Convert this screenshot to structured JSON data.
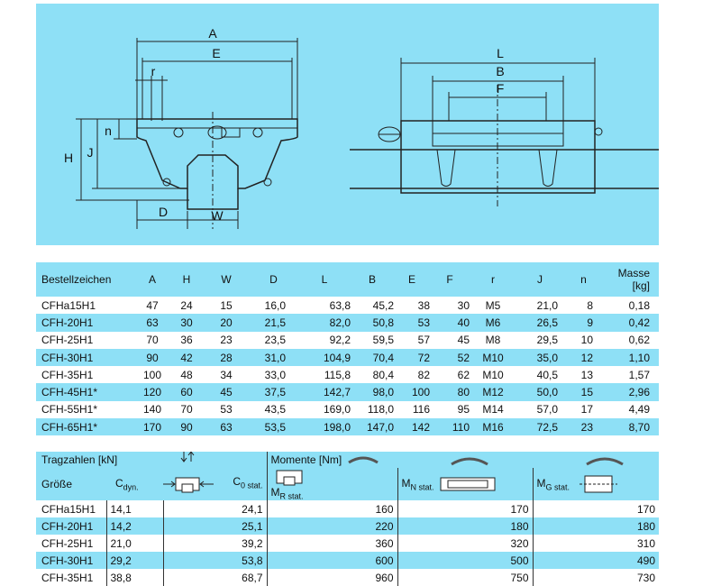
{
  "drawing": {
    "labels": {
      "A": "A",
      "E": "E",
      "r": "r",
      "n": "n",
      "H": "H",
      "J": "J",
      "D": "D",
      "W": "W",
      "L": "L",
      "B": "B",
      "F": "F"
    }
  },
  "main_table": {
    "headers": {
      "name": "Bestellzeichen",
      "A": "A",
      "H": "H",
      "W": "W",
      "D": "D",
      "L": "L",
      "B": "B",
      "E": "E",
      "F": "F",
      "r": "r",
      "J": "J",
      "n": "n",
      "masse1": "Masse",
      "masse2": "[kg]"
    },
    "rows": [
      [
        "CFHa15H1",
        "47",
        "24",
        "15",
        "16,0",
        "63,8",
        "45,2",
        "38",
        "30",
        "M5",
        "21,0",
        "8",
        "0,18"
      ],
      [
        "CFH-20H1",
        "63",
        "30",
        "20",
        "21,5",
        "82,0",
        "50,8",
        "53",
        "40",
        "M6",
        "26,5",
        "9",
        "0,42"
      ],
      [
        "CFH-25H1",
        "70",
        "36",
        "23",
        "23,5",
        "92,2",
        "59,5",
        "57",
        "45",
        "M8",
        "29,5",
        "10",
        "0,62"
      ],
      [
        "CFH-30H1",
        "90",
        "42",
        "28",
        "31,0",
        "104,9",
        "70,4",
        "72",
        "52",
        "M10",
        "35,0",
        "12",
        "1,10"
      ],
      [
        "CFH-35H1",
        "100",
        "48",
        "34",
        "33,0",
        "115,8",
        "80,4",
        "82",
        "62",
        "M10",
        "40,5",
        "13",
        "1,57"
      ],
      [
        "CFH-45H1*",
        "120",
        "60",
        "45",
        "37,5",
        "142,7",
        "98,0",
        "100",
        "80",
        "M12",
        "50,0",
        "15",
        "2,96"
      ],
      [
        "CFH-55H1*",
        "140",
        "70",
        "53",
        "43,5",
        "169,0",
        "118,0",
        "116",
        "95",
        "M14",
        "57,0",
        "17",
        "4,49"
      ],
      [
        "CFH-65H1*",
        "170",
        "90",
        "63",
        "53,5",
        "198,0",
        "147,0",
        "142",
        "110",
        "M16",
        "72,5",
        "23",
        "8,70"
      ]
    ]
  },
  "load_table": {
    "tragzahlen": "Tragzahlen [kN]",
    "momente": "Momente [Nm]",
    "groesse": "Größe",
    "c_dyn": "C",
    "c_dyn_sub": "dyn.",
    "c0_stat": "C",
    "c0_stat_sub": "0 stat.",
    "mr": "M",
    "mr_sub": "R stat.",
    "mn": "M",
    "mn_sub": "N stat.",
    "mg": "M",
    "mg_sub": "G stat.",
    "rows": [
      [
        "CFHa15H1",
        "14,1",
        "24,1",
        "160",
        "170",
        "170"
      ],
      [
        "CFH-20H1",
        "14,2",
        "25,1",
        "220",
        "180",
        "180"
      ],
      [
        "CFH-25H1",
        "21,0",
        "39,2",
        "360",
        "320",
        "310"
      ],
      [
        "CFH-30H1",
        "29,2",
        "53,8",
        "600",
        "500",
        "490"
      ],
      [
        "CFH-35H1",
        "38,8",
        "68,7",
        "960",
        "750",
        "730"
      ]
    ]
  }
}
